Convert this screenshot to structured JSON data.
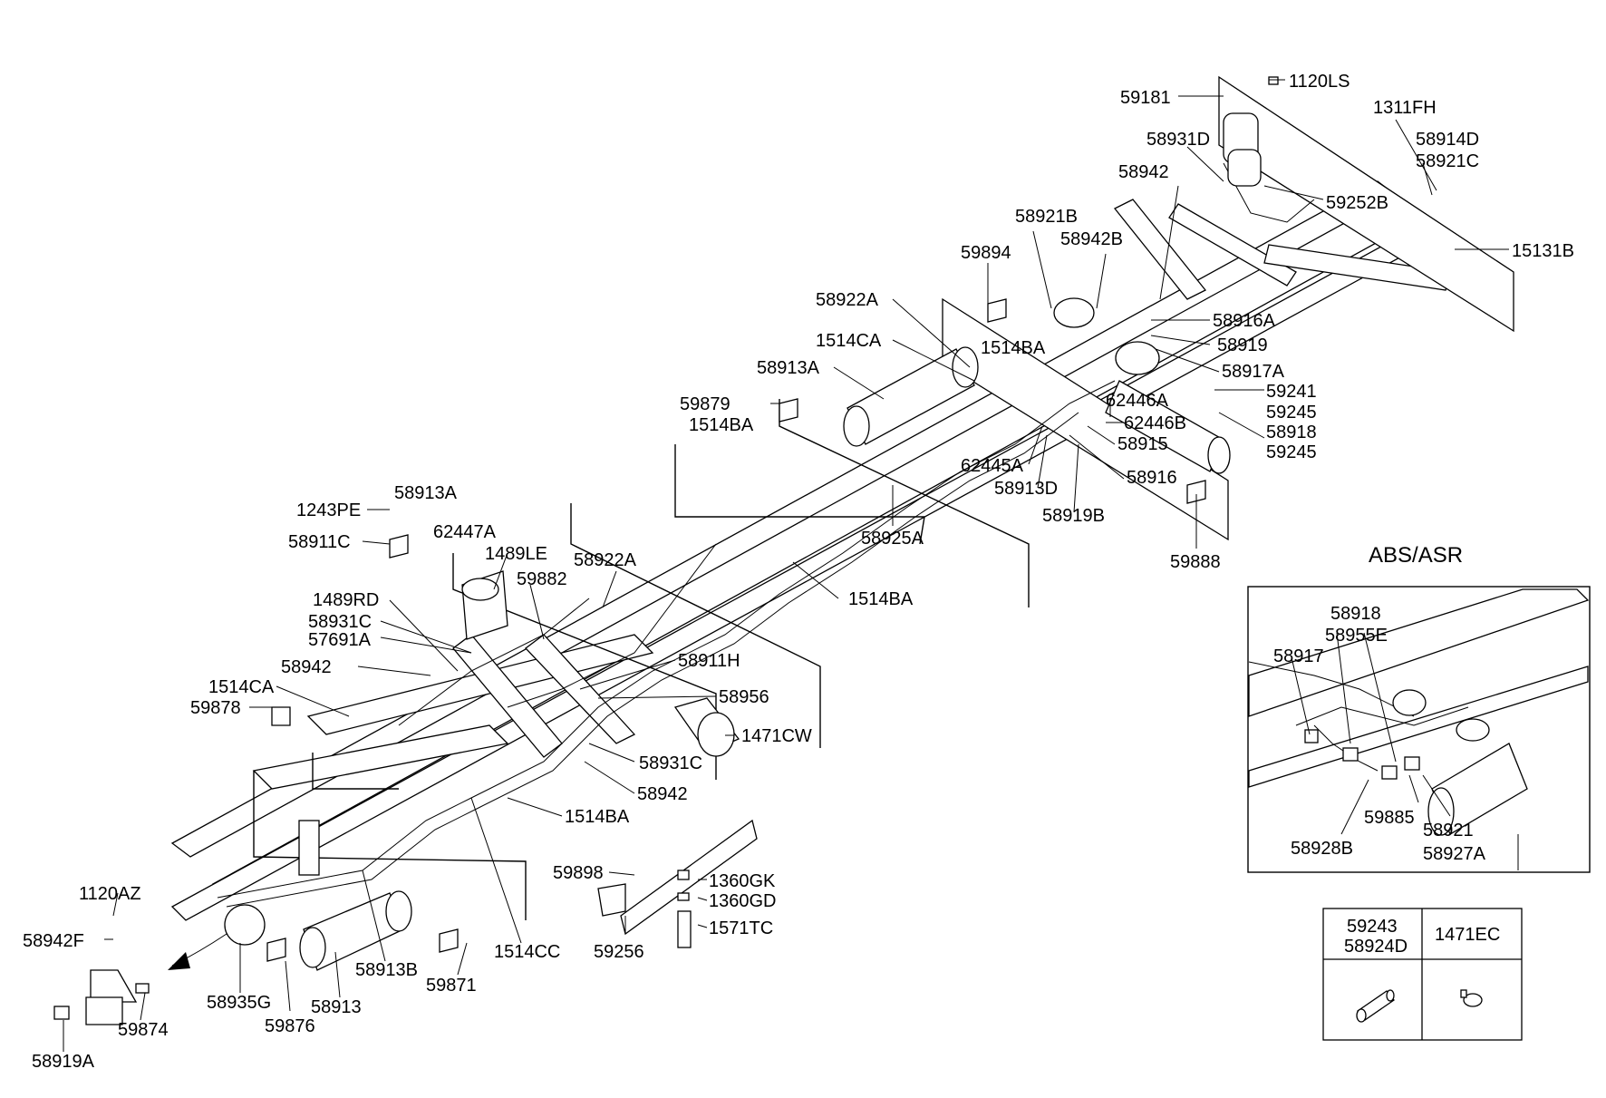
{
  "diagram": {
    "callouts": [
      {
        "id": "c01",
        "text": "1120LS"
      },
      {
        "id": "c02",
        "text": "59181"
      },
      {
        "id": "c03",
        "text": "1311FH"
      },
      {
        "id": "c04",
        "text": "58931D"
      },
      {
        "id": "c05",
        "text": "58914D"
      },
      {
        "id": "c06",
        "text": "58921C"
      },
      {
        "id": "c07",
        "text": "58942"
      },
      {
        "id": "c08",
        "text": "59252B"
      },
      {
        "id": "c09",
        "text": "58921B"
      },
      {
        "id": "c10",
        "text": "58942B"
      },
      {
        "id": "c11",
        "text": "15131B"
      },
      {
        "id": "c12",
        "text": "59894"
      },
      {
        "id": "c13",
        "text": "58922A"
      },
      {
        "id": "c14",
        "text": "58916A"
      },
      {
        "id": "c15",
        "text": "1514CA"
      },
      {
        "id": "c16",
        "text": "1514BA"
      },
      {
        "id": "c17",
        "text": "58919"
      },
      {
        "id": "c18",
        "text": "58913A"
      },
      {
        "id": "c19",
        "text": "58917A"
      },
      {
        "id": "c20",
        "text": "59241"
      },
      {
        "id": "c21",
        "text": "62446A"
      },
      {
        "id": "c22",
        "text": "59879"
      },
      {
        "id": "c23",
        "text": "59245"
      },
      {
        "id": "c24",
        "text": "1514BA"
      },
      {
        "id": "c25",
        "text": "62446B"
      },
      {
        "id": "c26",
        "text": "58918"
      },
      {
        "id": "c27",
        "text": "58915"
      },
      {
        "id": "c28",
        "text": "59245"
      },
      {
        "id": "c29",
        "text": "62445A"
      },
      {
        "id": "c30",
        "text": "58916"
      },
      {
        "id": "c31",
        "text": "58913D"
      },
      {
        "id": "c32",
        "text": "1243PE"
      },
      {
        "id": "c33",
        "text": "58913A"
      },
      {
        "id": "c34",
        "text": "58919B"
      },
      {
        "id": "c35",
        "text": "62447A"
      },
      {
        "id": "c36",
        "text": "58925A"
      },
      {
        "id": "c37",
        "text": "58911C"
      },
      {
        "id": "c38",
        "text": "1489LE"
      },
      {
        "id": "c39",
        "text": "58922A"
      },
      {
        "id": "c40",
        "text": "59888"
      },
      {
        "id": "c41",
        "text": "59882"
      },
      {
        "id": "c42",
        "text": "1514BA"
      },
      {
        "id": "c43",
        "text": "1489RD"
      },
      {
        "id": "c44",
        "text": "58931C"
      },
      {
        "id": "c45",
        "text": "57691A"
      },
      {
        "id": "c46",
        "text": "58911H"
      },
      {
        "id": "c47",
        "text": "58942"
      },
      {
        "id": "c48",
        "text": "1514CA"
      },
      {
        "id": "c49",
        "text": "58956"
      },
      {
        "id": "c50",
        "text": "59878"
      },
      {
        "id": "c51",
        "text": "1471CW"
      },
      {
        "id": "c52",
        "text": "58931C"
      },
      {
        "id": "c53",
        "text": "58942"
      },
      {
        "id": "c54",
        "text": "1514BA"
      },
      {
        "id": "c55",
        "text": "59898"
      },
      {
        "id": "c56",
        "text": "1360GK"
      },
      {
        "id": "c57",
        "text": "1120AZ"
      },
      {
        "id": "c58",
        "text": "1360GD"
      },
      {
        "id": "c59",
        "text": "1571TC"
      },
      {
        "id": "c60",
        "text": "58942F"
      },
      {
        "id": "c61",
        "text": "1514CC"
      },
      {
        "id": "c62",
        "text": "59256"
      },
      {
        "id": "c63",
        "text": "58913B"
      },
      {
        "id": "c64",
        "text": "59871"
      },
      {
        "id": "c65",
        "text": "58935G"
      },
      {
        "id": "c66",
        "text": "58913"
      },
      {
        "id": "c67",
        "text": "59876"
      },
      {
        "id": "c68",
        "text": "59874"
      },
      {
        "id": "c69",
        "text": "58919A"
      }
    ],
    "inset": {
      "title": "ABS/ASR",
      "callouts": [
        {
          "id": "i1",
          "text": "58918"
        },
        {
          "id": "i2",
          "text": "58955E"
        },
        {
          "id": "i3",
          "text": "58917"
        },
        {
          "id": "i4",
          "text": "59885"
        },
        {
          "id": "i5",
          "text": "58921"
        },
        {
          "id": "i6",
          "text": "58928B"
        },
        {
          "id": "i7",
          "text": "58927A"
        }
      ]
    },
    "legend_table": {
      "cells": [
        {
          "id": "t1",
          "lines": [
            "59243",
            "58924D"
          ]
        },
        {
          "id": "t2",
          "lines": [
            "1471EC"
          ]
        }
      ]
    }
  }
}
